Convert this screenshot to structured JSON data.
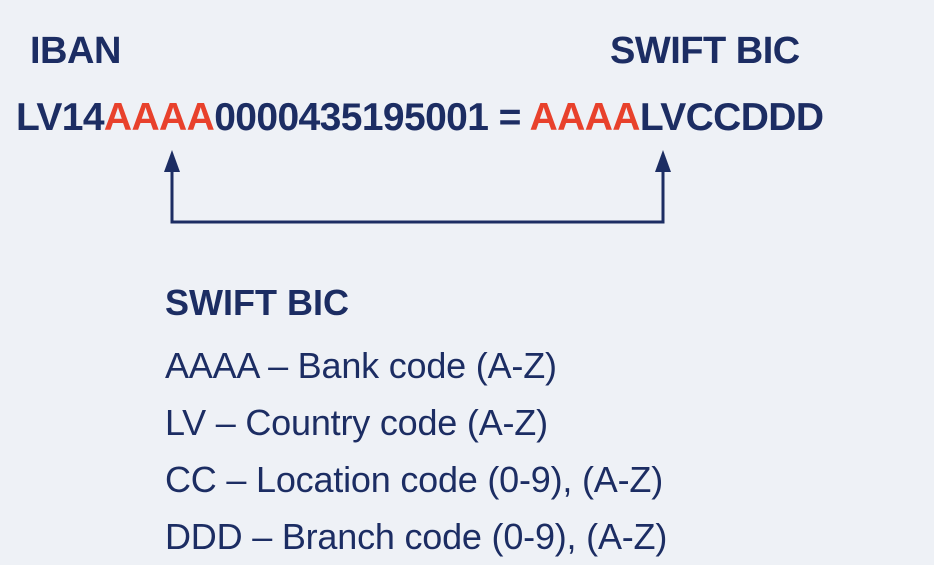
{
  "iban": {
    "heading": "IBAN",
    "prefix": "LV14",
    "bank_code": "AAAA",
    "account": "0000435195001"
  },
  "equals": "=",
  "swift": {
    "heading": "SWIFT BIC",
    "bank_code": "AAAA",
    "suffix": "LVCCDDD"
  },
  "legend": {
    "title": "SWIFT BIC",
    "lines": [
      "AAAA – Bank code (A-Z)",
      "LV – Country code (A-Z)",
      "CC – Location code (0-9), (A-Z)",
      "DDD – Branch code (0-9), (A-Z)"
    ]
  },
  "colors": {
    "text": "#1c2d63",
    "highlight": "#e8412c",
    "background": "#eef1f6",
    "connector": "#1c2d63"
  }
}
